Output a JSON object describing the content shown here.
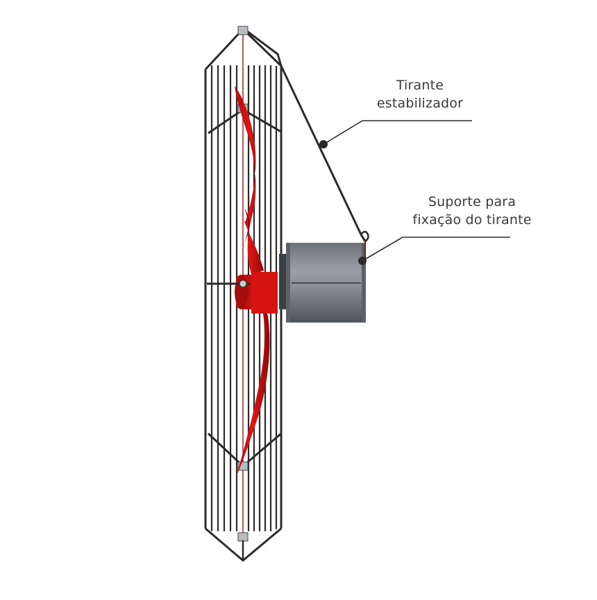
{
  "diagram": {
    "subject": "Axial fan with protective grille, red propeller and motor",
    "colors": {
      "grille": "#2b2b2b",
      "blade": "#d10f0f",
      "blade_dark": "#8e0a0a",
      "motor": "#7c8189",
      "motor_light": "#9a9fa6",
      "motor_dark": "#5c6168",
      "leader_line": "#2a2a2a",
      "text": "#3a3a3a"
    },
    "callouts": [
      {
        "id": "tirante",
        "line1": "Tirante",
        "line2": "estabilizador",
        "icon": "leader-dot-icon"
      },
      {
        "id": "suporte",
        "line1": "Suporte para",
        "line2": "fixação do tirante",
        "icon": "leader-dot-icon"
      }
    ]
  }
}
